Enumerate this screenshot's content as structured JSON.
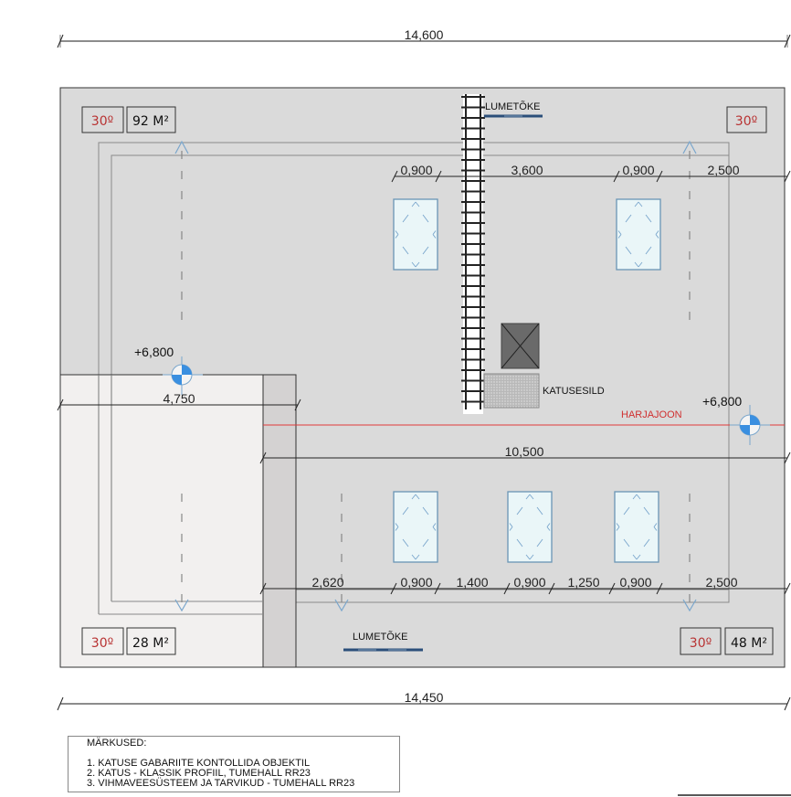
{
  "drawing": {
    "dimensions": {
      "overall_top": "14,600",
      "overall_bottom": "14,450",
      "annex_width": "4,750",
      "main_width": "10,500",
      "top_row": [
        "0,900",
        "3,600",
        "0,900",
        "2,500"
      ],
      "bottom_row": [
        "2,620",
        "0,900",
        "1,400",
        "0,900",
        "1,250",
        "0,900",
        "2,500"
      ]
    },
    "roof_tags": {
      "top_left": {
        "pitch": "30º",
        "area": "92 M²"
      },
      "top_right": {
        "pitch": "30º"
      },
      "bottom_left": {
        "pitch": "30º",
        "area": "28 M²"
      },
      "bottom_right": {
        "pitch": "30º",
        "area": "48 M²"
      }
    },
    "labels": {
      "snow_guard_top": "LUMETÕKE",
      "snow_guard_bottom": "LUMETÕKE",
      "roof_bridge": "KATUSESILD",
      "ridge_line": "HARJAJOON"
    },
    "elevations": {
      "left": "+6,800",
      "right": "+6,800"
    },
    "colors": {
      "roof_fill": "#dadada",
      "annex_fill": "#f2f0ef",
      "ridge_line": "#e03a3a",
      "skylight_fill": "#eaf6f8",
      "skylight_stroke": "#6a95b5",
      "elevation_marker": "#3a8fe0",
      "snow_guard": "#2b4f7a"
    }
  },
  "notes": {
    "title": "MÄRKUSED:",
    "items": [
      "1. KATUSE GABARIITE KONTOLLIDA OBJEKTIL",
      "2. KATUS - KLASSIK PROFIIL, TUMEHALL RR23",
      "3. VIHMAVEESÜSTEEM JA TARVIKUD - TUMEHALL RR23"
    ]
  }
}
